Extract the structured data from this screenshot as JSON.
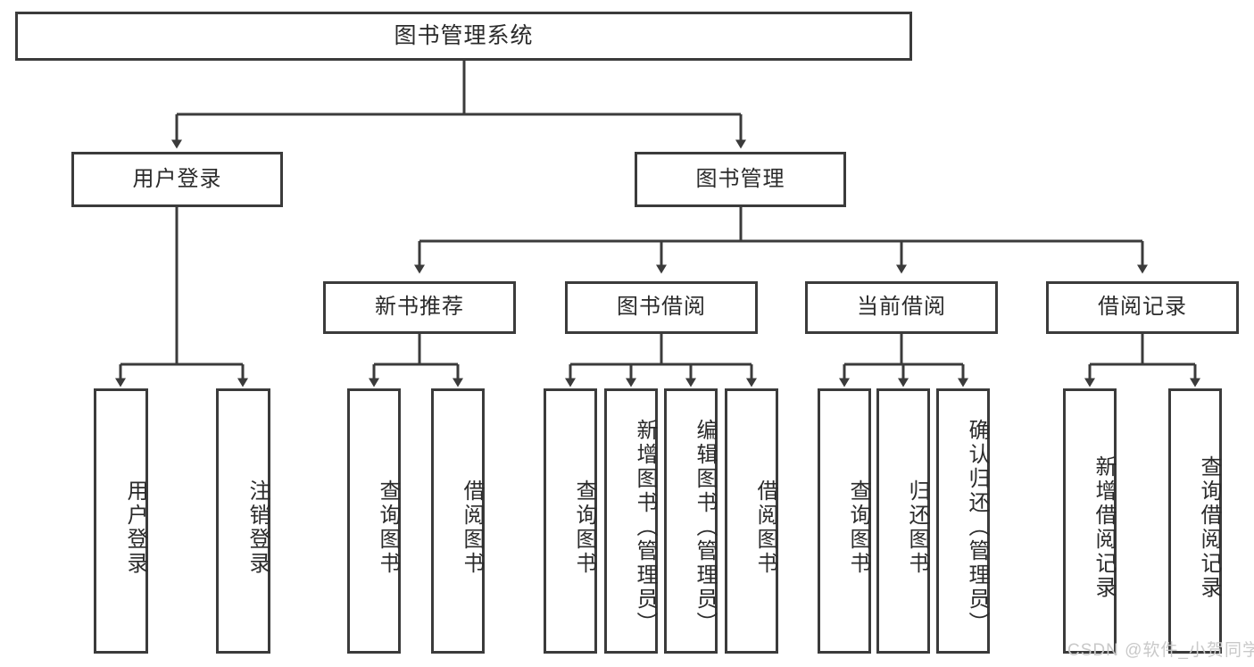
{
  "diagram": {
    "title": "图书管理系统",
    "type": "hierarchy-tree",
    "watermark": "CSDN @软件_小贺同学",
    "colors": {
      "border": "#3b3b3b",
      "text": "#2b2b2b",
      "background": "#ffffff",
      "watermark": "#c9c9c9"
    },
    "root": {
      "label": "图书管理系统"
    },
    "level2": [
      {
        "label": "用户登录"
      },
      {
        "label": "图书管理"
      }
    ],
    "level3": [
      {
        "label": "新书推荐"
      },
      {
        "label": "图书借阅"
      },
      {
        "label": "当前借阅"
      },
      {
        "label": "借阅记录"
      }
    ],
    "leaves": {
      "user_login": [
        {
          "label": "用户登录"
        },
        {
          "label": "注销登录"
        }
      ],
      "new_book_recommend": [
        {
          "label": "查询图书"
        },
        {
          "label": "借阅图书"
        }
      ],
      "book_borrow": [
        {
          "label": "查询图书"
        },
        {
          "label": "新增图书（管理员）"
        },
        {
          "label": "编辑图书（管理员）"
        },
        {
          "label": "借阅图书"
        }
      ],
      "current_borrow": [
        {
          "label": "查询图书"
        },
        {
          "label": "归还图书"
        },
        {
          "label": "确认归还（管理员）"
        }
      ],
      "borrow_record": [
        {
          "label": "新增借阅记录"
        },
        {
          "label": "查询借阅记录"
        }
      ]
    }
  }
}
